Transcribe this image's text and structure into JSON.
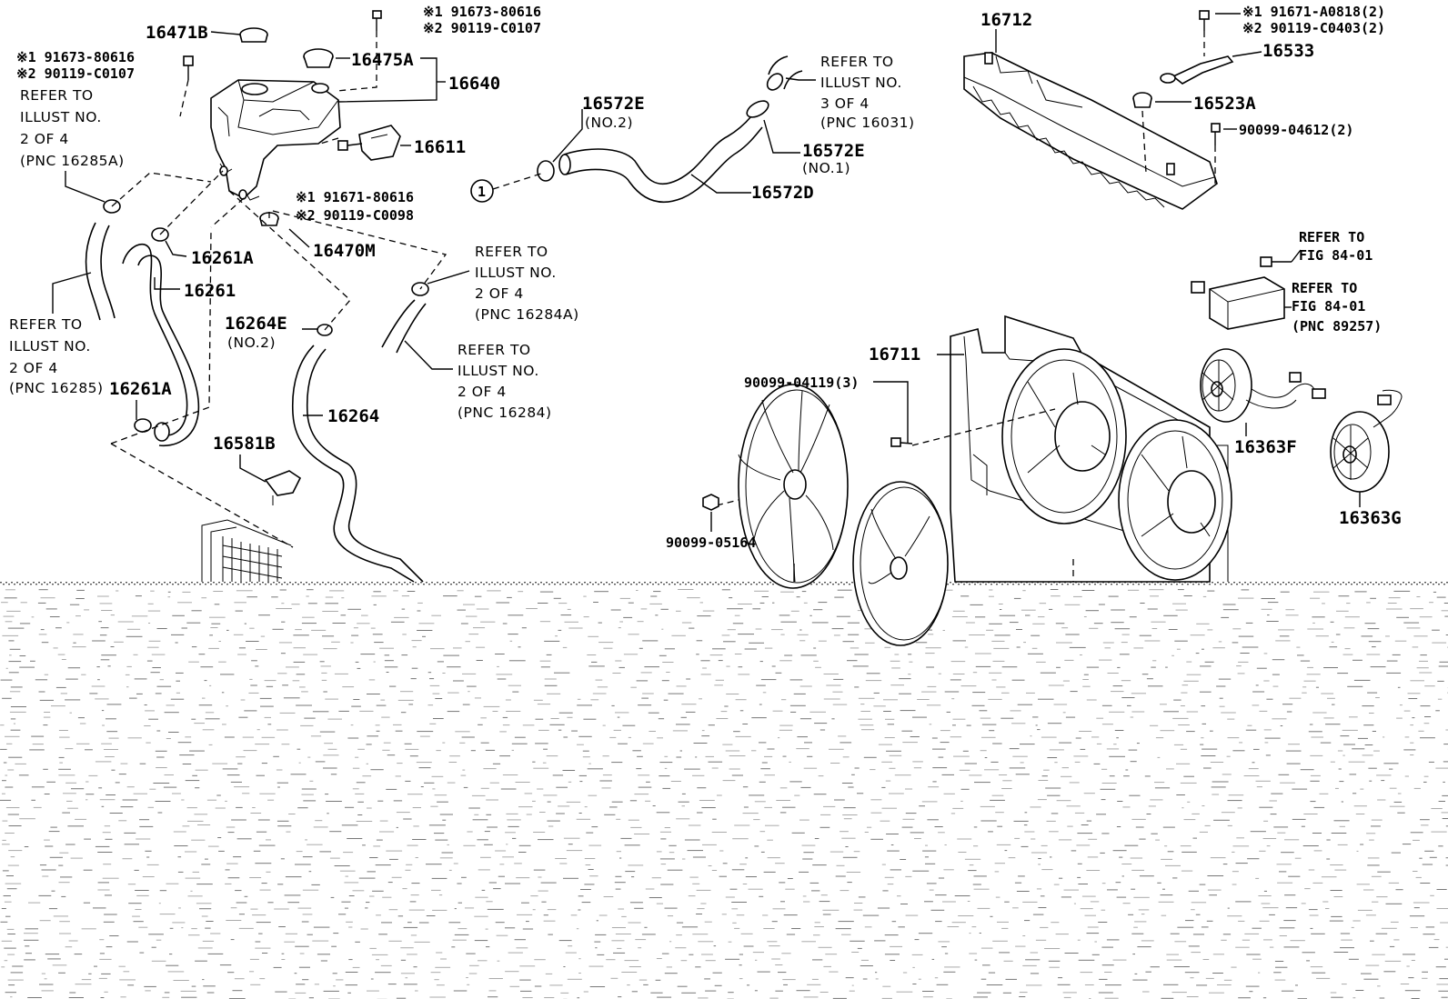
{
  "labels": {
    "p16471B": "16471B",
    "p16475A": "16475A",
    "p16640": "16640",
    "p16611": "16611",
    "p16261A_top": "16261A",
    "p16261": "16261",
    "p16264E": "16264E",
    "p16264E_sub": "(NO.2)",
    "p16261A_bot": "16261A",
    "p16264": "16264",
    "p16581B": "16581B",
    "p16470M": "16470M",
    "p16572E_top": "16572E",
    "p16572E_top_sub": "(NO.2)",
    "p16572E_mid": "16572E",
    "p16572E_mid_sub": "(NO.1)",
    "p16572D": "16572D",
    "p16712": "16712",
    "p16533": "16533",
    "p16523A": "16523A",
    "p90099_04612": "90099-04612(2)",
    "p16711": "16711",
    "p90099_04119": "90099-04119(3)",
    "p90099_05164": "90099-05164",
    "p16363F": "16363F",
    "p16363G": "16363G",
    "circle_1": "1"
  },
  "notes": {
    "n1_line1": "※1 91673-80616",
    "n1_line2": "※2 90119-C0107",
    "n2_line1": "※1 91673-80616",
    "n2_line2": "※2 90119-C0107",
    "n3_line1": "※1 91671-80616",
    "n3_line2": "※2 90119-C0098",
    "n4_line1": "※1 91671-A0818(2)",
    "n4_line2": "※2 90119-C0403(2)"
  },
  "refs": {
    "r1": [
      "REFER TO",
      "ILLUST NO.",
      "2 OF 4",
      "(PNC 16285A)"
    ],
    "r2": [
      "REFER TO",
      "ILLUST NO.",
      "3 OF 4",
      "(PNC 16031)"
    ],
    "r3": [
      "REFER TO",
      "ILLUST NO.",
      "2 OF 4",
      "(PNC 16285)"
    ],
    "r4": [
      "REFER TO",
      "ILLUST NO.",
      "2 OF 4",
      "(PNC 16284A)"
    ],
    "r5": [
      "REFER TO",
      "ILLUST NO.",
      "2 OF 4",
      "(PNC 16284)"
    ],
    "r6": [
      "REFER TO",
      "FIG 84-01"
    ],
    "r7": [
      "REFER TO",
      "FIG 84-01",
      "(PNC 89257)"
    ]
  },
  "colors": {
    "ink": "#000000",
    "paper": "#ffffff"
  }
}
